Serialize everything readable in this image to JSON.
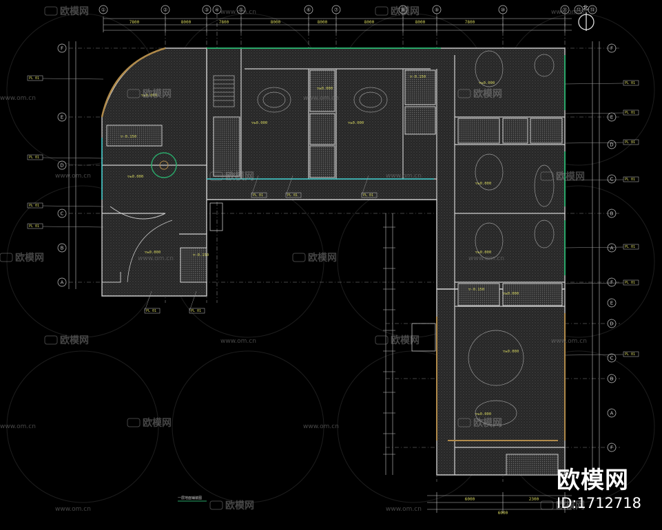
{
  "drawing": {
    "north_label": "北",
    "grid_axes_top": [
      "①",
      "②",
      "③",
      "④",
      "⑤",
      "⑥",
      "⑦",
      "⑧",
      "⑨",
      "⑩",
      "⑪",
      "⑫",
      "⑬"
    ],
    "grid_axes_left": [
      "F",
      "E",
      "D",
      "C",
      "B",
      "A"
    ],
    "dims_top": [
      "7800",
      "8000",
      "7800",
      "8000",
      "8000",
      "8000",
      "8000",
      "7800"
    ],
    "dims_bottom": [
      "6000",
      "2300",
      "6000"
    ],
    "elevations": [
      "▽±0.000",
      "▽-0.150",
      "▽±0.000",
      "▽±0.000",
      "▽-0.150",
      "▽±0.000",
      "▽±0.000",
      "▽±0.000",
      "▽-0.150",
      "▽±0.000",
      "▽±0.000",
      "▽±0.000",
      "▽±0.000",
      "▽±0.000",
      "▽-0.150",
      "▽±0.000"
    ],
    "tag_label": "PL 01",
    "bottom_note": "一层地面铺装图"
  },
  "watermark": {
    "logo_text": "欧模网",
    "url_text": "www.om.cn"
  },
  "brand": {
    "name": "欧模网",
    "id": "ID:1712718"
  },
  "colors": {
    "background": "#000000",
    "wall": "#c8c8c8",
    "floor_hatch": "#3a3a3a",
    "dimension": "#d8d860",
    "grid_line": "#bfbfbf",
    "accent_green": "#2aa86a",
    "accent_cyan": "#35c8c8",
    "accent_brown": "#b08a4a"
  }
}
